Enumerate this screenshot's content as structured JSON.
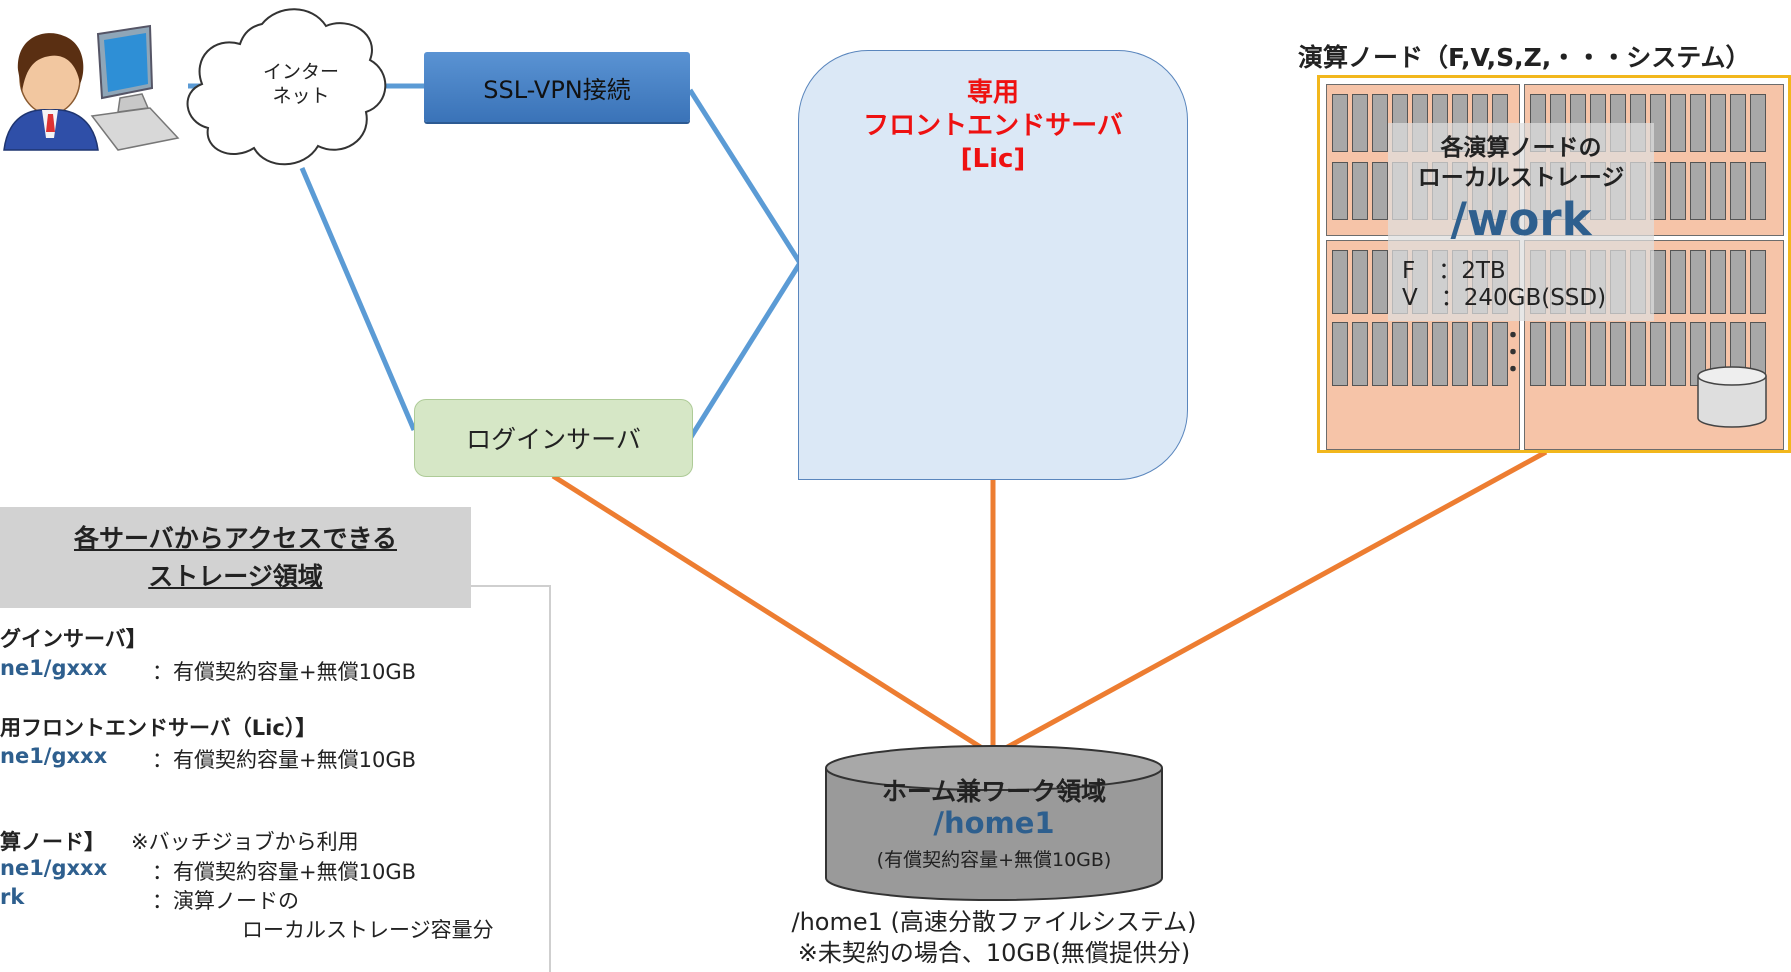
{
  "cloud": {
    "line1": "インター",
    "line2": "ネット"
  },
  "vpn": {
    "label": "SSL-VPN接続"
  },
  "login": {
    "label": "ログインサーバ"
  },
  "frontend": {
    "line1": "専用",
    "line2": "フロントエンドサーバ",
    "line3": "[Lic]"
  },
  "compute": {
    "title": "演算ノード（F,V,S,Z,・・・システム）",
    "overlay_line1": "各演算ノードの",
    "overlay_line2": "ローカルストレージ",
    "work": "/work",
    "spec_f": "F　：2TB",
    "spec_v": "V　：240GB(SSD)",
    "ellipsis": "・\n・\n・"
  },
  "panel": {
    "head1": "各サーバからアクセスできる",
    "head2": "ストレージ領域",
    "login_title": "グインサーバ】",
    "login_path": "ne1/gxxx",
    "login_desc": "：有償契約容量+無償10GB",
    "fe_title": "用フロントエンドサーバ（Lic）】",
    "fe_path": "ne1/gxxx",
    "fe_desc": "：有償契約容量+無償10GB",
    "cn_title": "算ノード】",
    "cn_note": "※バッチジョブから利用",
    "cn_path1": "ne1/gxxx",
    "cn_desc1": "：有償契約容量+無償10GB",
    "cn_path2": "rk",
    "cn_desc2": "：演算ノードの",
    "cn_desc3": "ローカルストレージ容量分"
  },
  "home": {
    "label1": "ホーム兼ワーク領域",
    "label2": "/home1",
    "label3": "(有償契約容量+無償10GB)",
    "caption1": "/home1 (高速分散ファイルシステム)",
    "caption2": "※未契約の場合、10GB(無償提供分)"
  },
  "colors": {
    "blue_link": "#5b9bd5",
    "orange_link": "#ed7d31",
    "accent_red": "#ee1111",
    "path_blue": "#2e5f8e",
    "node_border": "#f2b71d"
  }
}
